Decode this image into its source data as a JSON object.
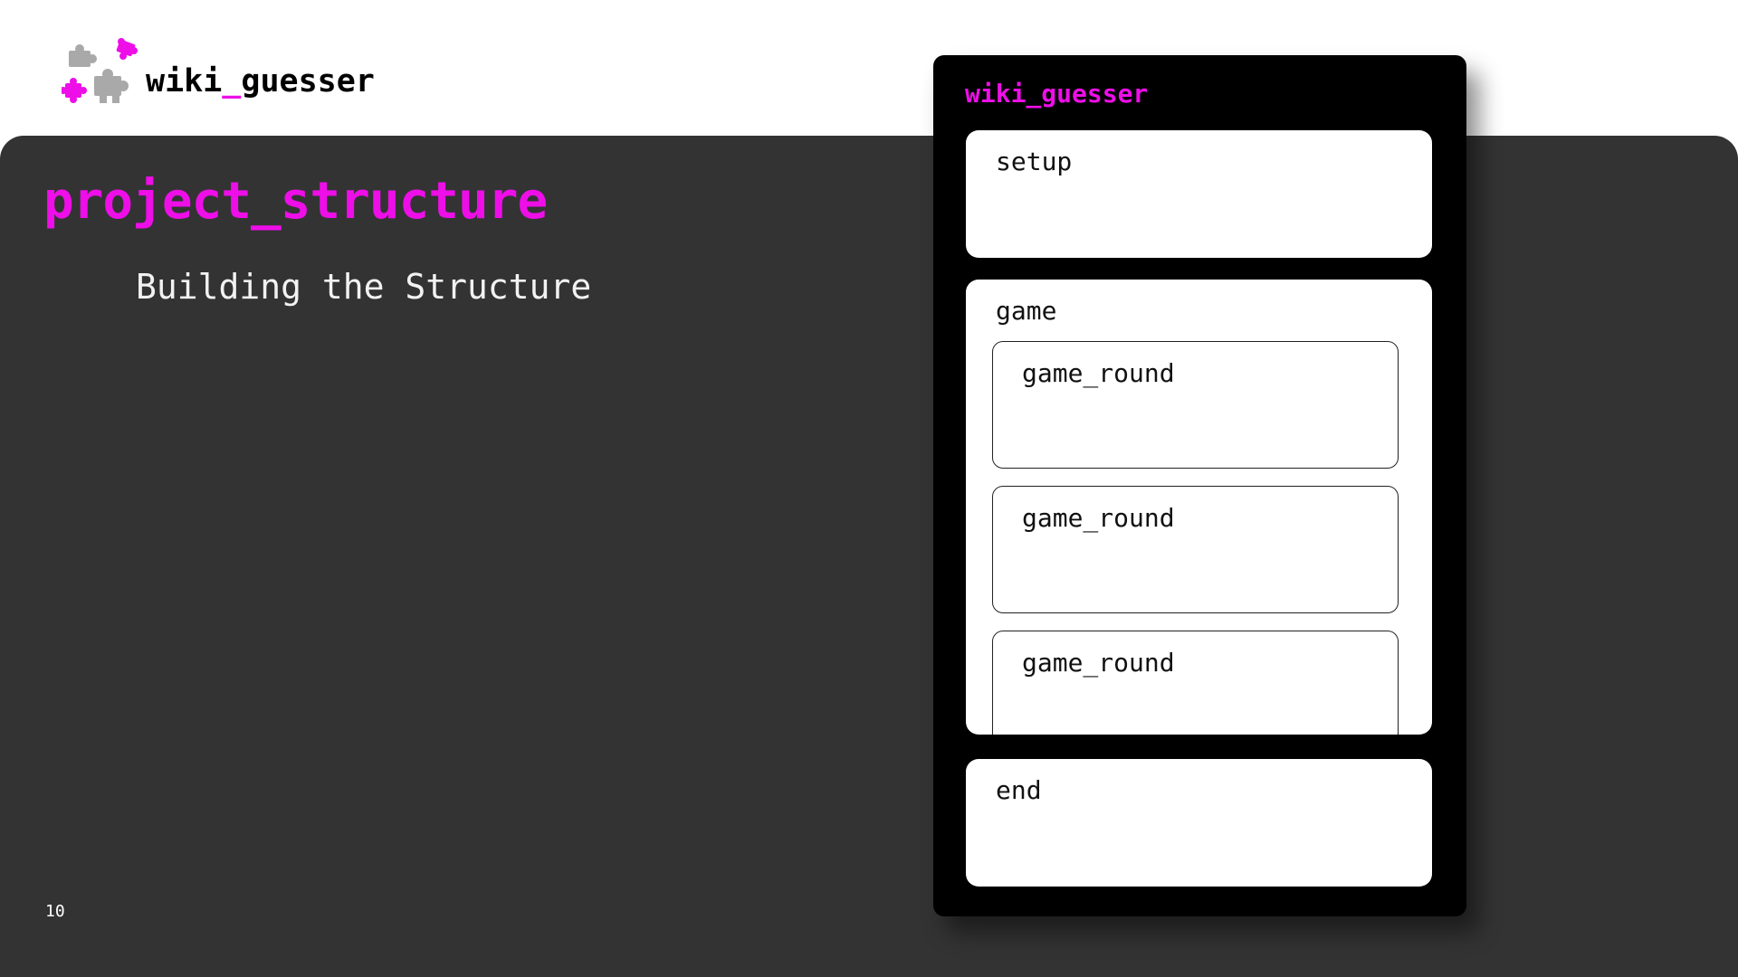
{
  "header": {
    "brand_prefix": "wiki",
    "brand_sep": "_",
    "brand_suffix": "guesser",
    "logo_icon": "puzzle-pieces-icon"
  },
  "slide": {
    "title": "project_structure",
    "subtitle": "Building the Structure",
    "page_number": "10"
  },
  "diagram": {
    "title": "wiki_guesser",
    "setup_label": "setup",
    "game_label": "game",
    "rounds": [
      "game_round",
      "game_round",
      "game_round"
    ],
    "end_label": "end"
  },
  "colors": {
    "accent": "#ee0ee8",
    "slide_bg": "#333333",
    "panel_bg": "#000000",
    "puzzle_gray": "#a9a9a9"
  }
}
